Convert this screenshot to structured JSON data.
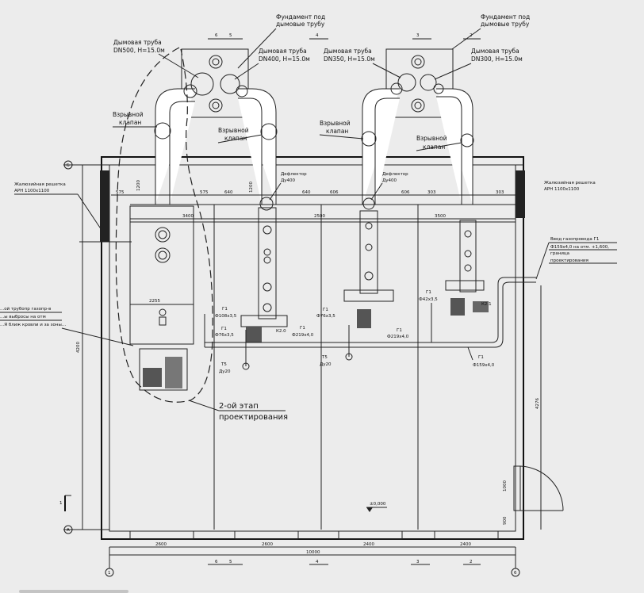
{
  "labels": {
    "foundation_left": [
      "Фундамент под",
      "дымовые трубу"
    ],
    "foundation_right": [
      "Фундамент под",
      "дымовые трубу"
    ],
    "flue_dn500": [
      "Дымовая труба",
      "DN500, H=15.0м"
    ],
    "flue_dn400": [
      "Дымовая труба",
      "DN400, H=15.0м"
    ],
    "flue_dn350": [
      "Дымовая труба",
      "DN350, H=15.0м"
    ],
    "flue_dn300": [
      "Дымовая труба",
      "DN300, H=15.0м"
    ],
    "valve_1": [
      "Взрывной",
      "клапан"
    ],
    "valve_2": [
      "Взрывной",
      "клапан"
    ],
    "valve_3": [
      "Взрывной",
      "клапан"
    ],
    "valve_4": [
      "Взрывной",
      "клапан"
    ],
    "grille_left": [
      "Жалюзийная решетка",
      "АРН 1100х1100"
    ],
    "grille_right": [
      "Жалюзийная решетка",
      "АРН 1100х1100"
    ],
    "deflector_1": [
      "Дефлектор",
      "Ду400"
    ],
    "deflector_2": [
      "Дефлектор",
      "Ду400"
    ],
    "gas_supply": [
      "Ввод газопровода Г1",
      "Ф159х4,0 на отм. +1,600,",
      "граница",
      "проектирования"
    ],
    "left_note": [
      "...ой трубопр газопр-в",
      "...ы выбросы на отм",
      "...Я ближ кровли и за зоны..."
    ],
    "floor_note": [
      "2-ой этап",
      "проектирования"
    ],
    "level_mark": "±0,000"
  },
  "pipe_labels": {
    "g1_108": [
      "Г1",
      "Ф108х3,5"
    ],
    "g1_76a": [
      "Г1",
      "Ф76х3,5"
    ],
    "g1_76b": [
      "Г1",
      "Ф76х3,5"
    ],
    "g1_219a": [
      "Г1",
      "Ф219х4,0"
    ],
    "g1_219b": [
      "Г1",
      "Ф219х4,0"
    ],
    "g1_42": [
      "Г1",
      "Ф42х3,5"
    ],
    "g1_159": [
      "Г1",
      "Ф159х4,0"
    ],
    "k2_0": "К2.0",
    "k2_1": "К2.1",
    "t5a": [
      "Т5",
      "Ду20"
    ],
    "t5b": [
      "Т5",
      "Ду20"
    ]
  },
  "dimensions": {
    "top_left": [
      "6",
      "5"
    ],
    "top_left_b": "4",
    "top_right": "3",
    "top_right_b": "2",
    "d575a": "575",
    "d575b": "575",
    "d640a": "640",
    "d640b": "640",
    "d606a": "606",
    "d606b": "606",
    "d303a": "303",
    "d303b": "303",
    "d1200a": "1200",
    "d1200b": "1200",
    "d3400": "3400",
    "d2500": "2500",
    "d3500": "3500",
    "d2255": "2255",
    "d4200": "4200",
    "d4276": "4276",
    "d1000": "1000",
    "d900": "900",
    "bottom": [
      "2600",
      "2600",
      "2400",
      "2400"
    ],
    "total": "10000",
    "axis_bottom": [
      "6",
      "5",
      "4",
      "3",
      "2"
    ],
    "axis_circle": [
      "Б",
      "А",
      "1",
      "6"
    ],
    "section_mark": "1"
  }
}
